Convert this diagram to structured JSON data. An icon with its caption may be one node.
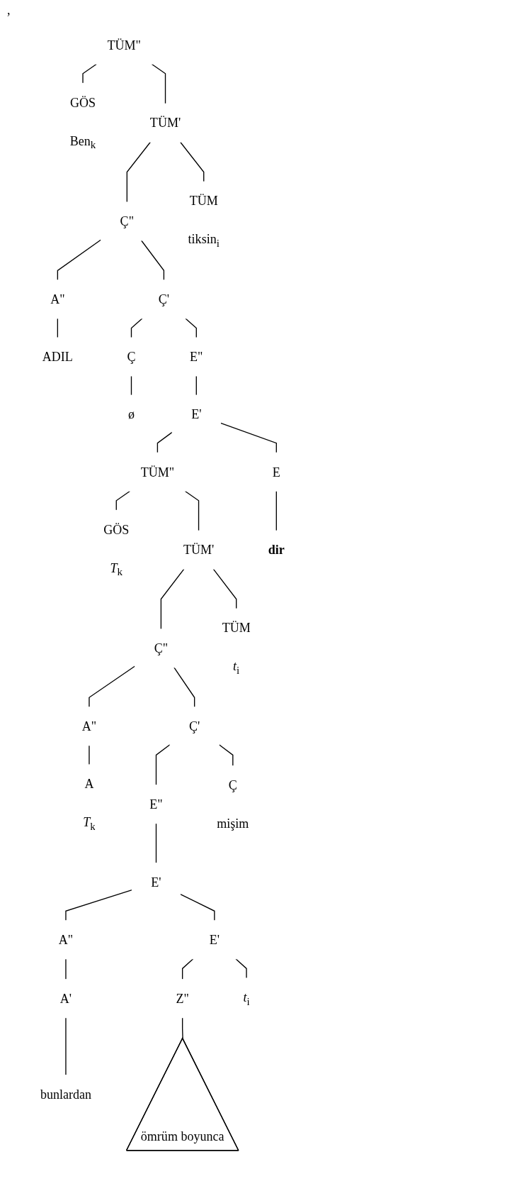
{
  "diagram": {
    "nodes": [
      {
        "text": [
          "TÜM\""
        ]
      },
      {
        "text": [
          "GÖS",
          "Ben$_{k}$"
        ]
      },
      {
        "text": [
          "TÜM'"
        ]
      },
      {
        "text": [
          "Ç\""
        ]
      },
      {
        "text": [
          "TÜM",
          "tiksin$_{i}$"
        ]
      },
      {
        "text": [
          "A\""
        ]
      },
      {
        "text": [
          "Ç'"
        ]
      },
      {
        "text": [
          "ADIL"
        ]
      },
      {
        "text": [
          "E\""
        ]
      },
      {
        "text": [
          "Ç"
        ]
      },
      {
        "text": [
          "ø"
        ]
      },
      {
        "text": [
          "E'"
        ]
      },
      {
        "text": [
          "TÜM\""
        ]
      },
      {
        "text": [
          "GÖS",
          "*T*$_{k}$"
        ]
      },
      {
        "text": [
          "TÜM'"
        ]
      },
      {
        "text": [
          "E"
        ]
      },
      {
        "text": [
          "dir"
        ]
      },
      {
        "text": [
          "Ç\""
        ]
      },
      {
        "text": [
          "TÜM",
          "*t*$_{i}$"
        ]
      },
      {
        "text": [
          "A\""
        ]
      },
      {
        "text": [
          "Ç'"
        ]
      },
      {
        "text": [
          "A",
          "*T*$_{k}$"
        ]
      },
      {
        "text": [
          "E\""
        ]
      },
      {
        "text": [
          "Ç",
          "mişim"
        ]
      },
      {
        "text": [
          "E'"
        ]
      },
      {
        "text": [
          "A\""
        ]
      },
      {
        "text": [
          "E'"
        ]
      },
      {
        "text": [
          "A'"
        ]
      },
      {
        "text": [
          "bunlardan"
        ]
      },
      {
        "text": [
          "Z\""
        ]
      },
      {
        "text": [
          "ömrüm boyunca"
        ]
      },
      {
        "text": [
          "*t*$_{i}$"
        ]
      }
    ],
    "edges": [
      {
        "from": 0,
        "to": 1,
        "arrow": "none"
      },
      {
        "from": 0,
        "to": 2,
        "arrow": "none"
      },
      {
        "from": 2,
        "to": 3,
        "arrow": "none"
      },
      {
        "from": 2,
        "to": 4,
        "arrow": "none"
      },
      {
        "from": 3,
        "to": 5,
        "arrow": "none"
      },
      {
        "from": 3,
        "to": 6,
        "arrow": "none"
      },
      {
        "from": 5,
        "to": 7,
        "arrow": "none"
      },
      {
        "from": 6,
        "to": 8,
        "arrow": "none"
      },
      {
        "from": 6,
        "to": 9,
        "arrow": "none"
      },
      {
        "from": 9,
        "to": 10,
        "arrow": "none"
      },
      {
        "from": 8,
        "to": 11,
        "arrow": "none"
      },
      {
        "from": 11,
        "to": 12,
        "arrow": "none"
      },
      {
        "from": 11,
        "to": 15,
        "arrow": "none"
      },
      {
        "from": 12,
        "to": 13,
        "arrow": "none"
      },
      {
        "from": 12,
        "to": 14,
        "arrow": "none"
      },
      {
        "from": 15,
        "to": 16,
        "arrow": "none"
      },
      {
        "from": 14,
        "to": 17,
        "arrow": "none"
      },
      {
        "from": 14,
        "to": 18,
        "arrow": "none"
      },
      {
        "from": 17,
        "to": 19,
        "arrow": "none"
      },
      {
        "from": 17,
        "to": 20,
        "arrow": "none"
      },
      {
        "from": 19,
        "to": 21,
        "arrow": "none"
      },
      {
        "from": 20,
        "to": 22,
        "arrow": "none"
      },
      {
        "from": 20,
        "to": 23,
        "arrow": "none"
      },
      {
        "from": 22,
        "to": 24,
        "arrow": "none"
      },
      {
        "from": 24,
        "to": 25,
        "arrow": "none"
      },
      {
        "from": 24,
        "to": 26,
        "arrow": "none"
      },
      {
        "from": 25,
        "to": 27,
        "arrow": "none"
      },
      {
        "from": 27,
        "to": 28,
        "arrow": "none"
      },
      {
        "from": 26,
        "to": 29,
        "arrow": "none"
      },
      {
        "from": 26,
        "to": 31,
        "arrow": "none"
      },
      {
        "from": 29,
        "to": 30,
        "arrow": "none"
      }
    ],
    "labels": [
      ","
    ]
  }
}
